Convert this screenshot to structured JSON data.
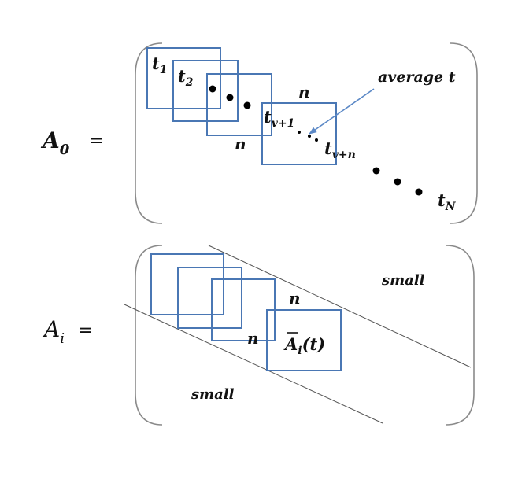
{
  "colors": {
    "box_stroke": "#4a77b4",
    "arrow": "#5b88c6",
    "text": "#111111"
  },
  "top_matrix": {
    "label_main": "A",
    "label_sub": "0",
    "equals": "=",
    "t1_main": "t",
    "t1_sub": "1",
    "t2_main": "t",
    "t2_sub": "2",
    "n_label_a": "n",
    "n_label_b": "n",
    "tv1_main": "t",
    "tv1_sub": "v+1",
    "tvn_main": "t",
    "tvn_sub": "v+n",
    "tN_main": "t",
    "tN_sub": "N",
    "average_text": "average  t"
  },
  "bottom_matrix": {
    "label_main": "A",
    "label_sub": "i",
    "equals": "=",
    "small_top": "small",
    "small_bottom": "small",
    "n_label_a": "n",
    "n_label_b": "n",
    "abar_main": "A",
    "abar_sub": "i",
    "abar_arg": "(t)"
  }
}
